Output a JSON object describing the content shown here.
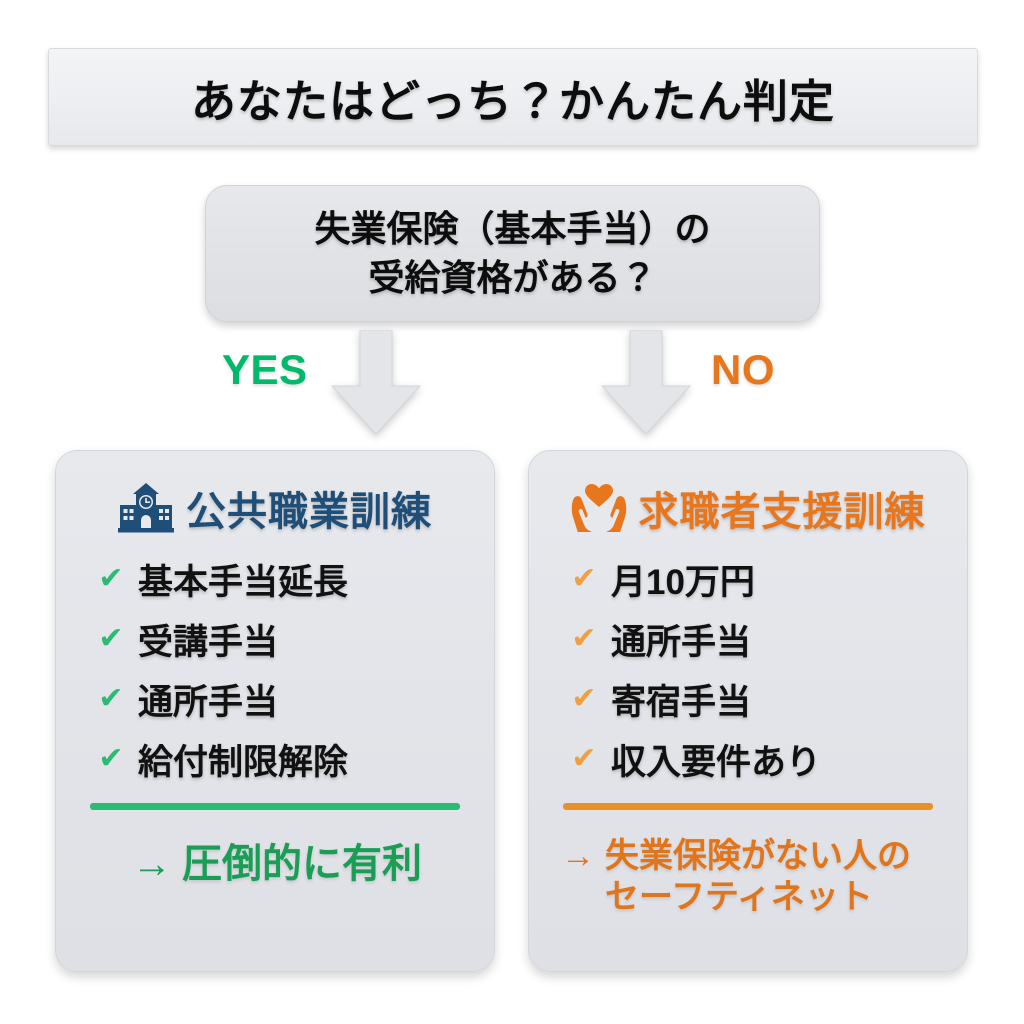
{
  "title": {
    "text": "あなたはどっち？かんたん判定"
  },
  "decision": {
    "line1": "失業保険（基本手当）の",
    "line2": "受給資格がある？"
  },
  "branches": {
    "yes_label": "YES",
    "no_label": "NO",
    "yes_color": "#00b96b",
    "no_color": "#e8761c",
    "arrow_icon": "down-arrow-icon"
  },
  "cards": [
    {
      "id": "public-vocational-training",
      "icon": "school-building-icon",
      "title": "公共職業訓練",
      "accent_color": "#1f4e79",
      "check_color": "#2dbb74",
      "divider_color": "#2dbb74",
      "check_glyph": "✔",
      "features": [
        "基本手当延長",
        "受講手当",
        "通所手当",
        "給付制限解除"
      ],
      "footer_arrow": "→",
      "footer_lines": [
        "圧倒的に有利"
      ],
      "footer_color": "#1a9e56"
    },
    {
      "id": "job-seeker-support-training",
      "icon": "hands-holding-heart-icon",
      "title": "求職者支援訓練",
      "accent_color": "#e8761c",
      "check_color": "#f0a043",
      "divider_color": "#e8902c",
      "check_glyph": "✔",
      "features": [
        "月10万円",
        "通所手当",
        "寄宿手当",
        "収入要件あり"
      ],
      "footer_arrow": "→",
      "footer_lines": [
        "失業保険がない人の",
        "セーフティネット"
      ],
      "footer_color": "#e0751b"
    }
  ]
}
